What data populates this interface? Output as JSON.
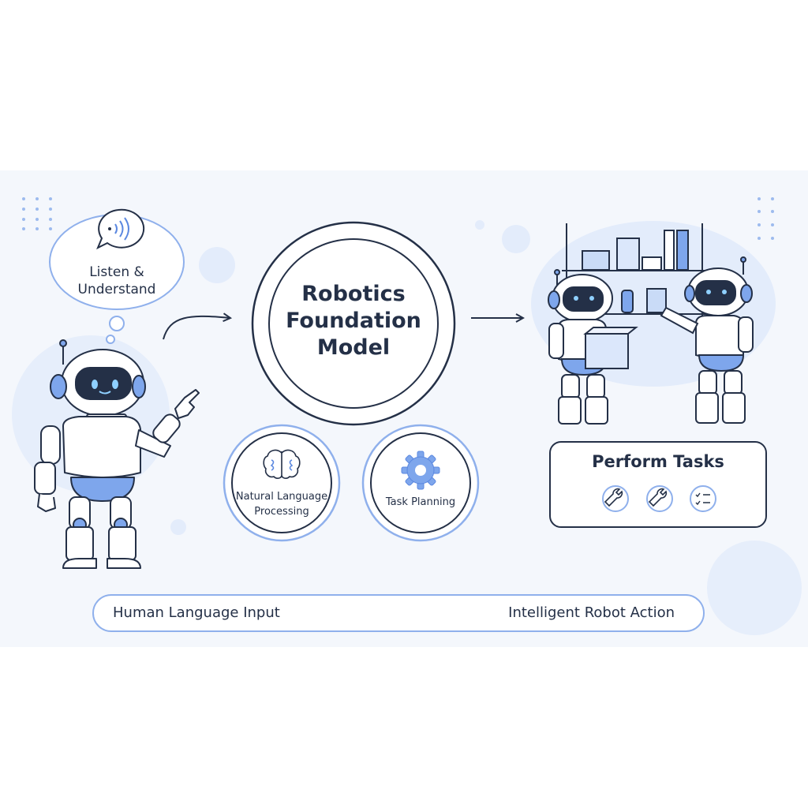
{
  "speech_bubble": {
    "line1": "Listen &",
    "line2": "Understand",
    "icon": "speech-sound-icon"
  },
  "center_model": {
    "line1": "Robotics",
    "line2": "Foundation",
    "line3": "Model"
  },
  "capabilities": [
    {
      "label_line1": "Natural Language",
      "label_line2": "Processing",
      "icon": "brain-icon"
    },
    {
      "label_line1": "Task Planning",
      "icon": "gear-icon"
    }
  ],
  "tasks_box": {
    "title": "Perform Tasks",
    "icons": [
      "wrench-icon",
      "wrench-icon",
      "checklist-icon"
    ]
  },
  "flow_bar": {
    "left_label": "Human Language Input",
    "right_label": "Intelligent Robot Action"
  },
  "colors": {
    "accent": "#7ea6ec",
    "dark": "#243047",
    "panel": "#f4f7fc",
    "light_blue": "#e3ecfb"
  }
}
